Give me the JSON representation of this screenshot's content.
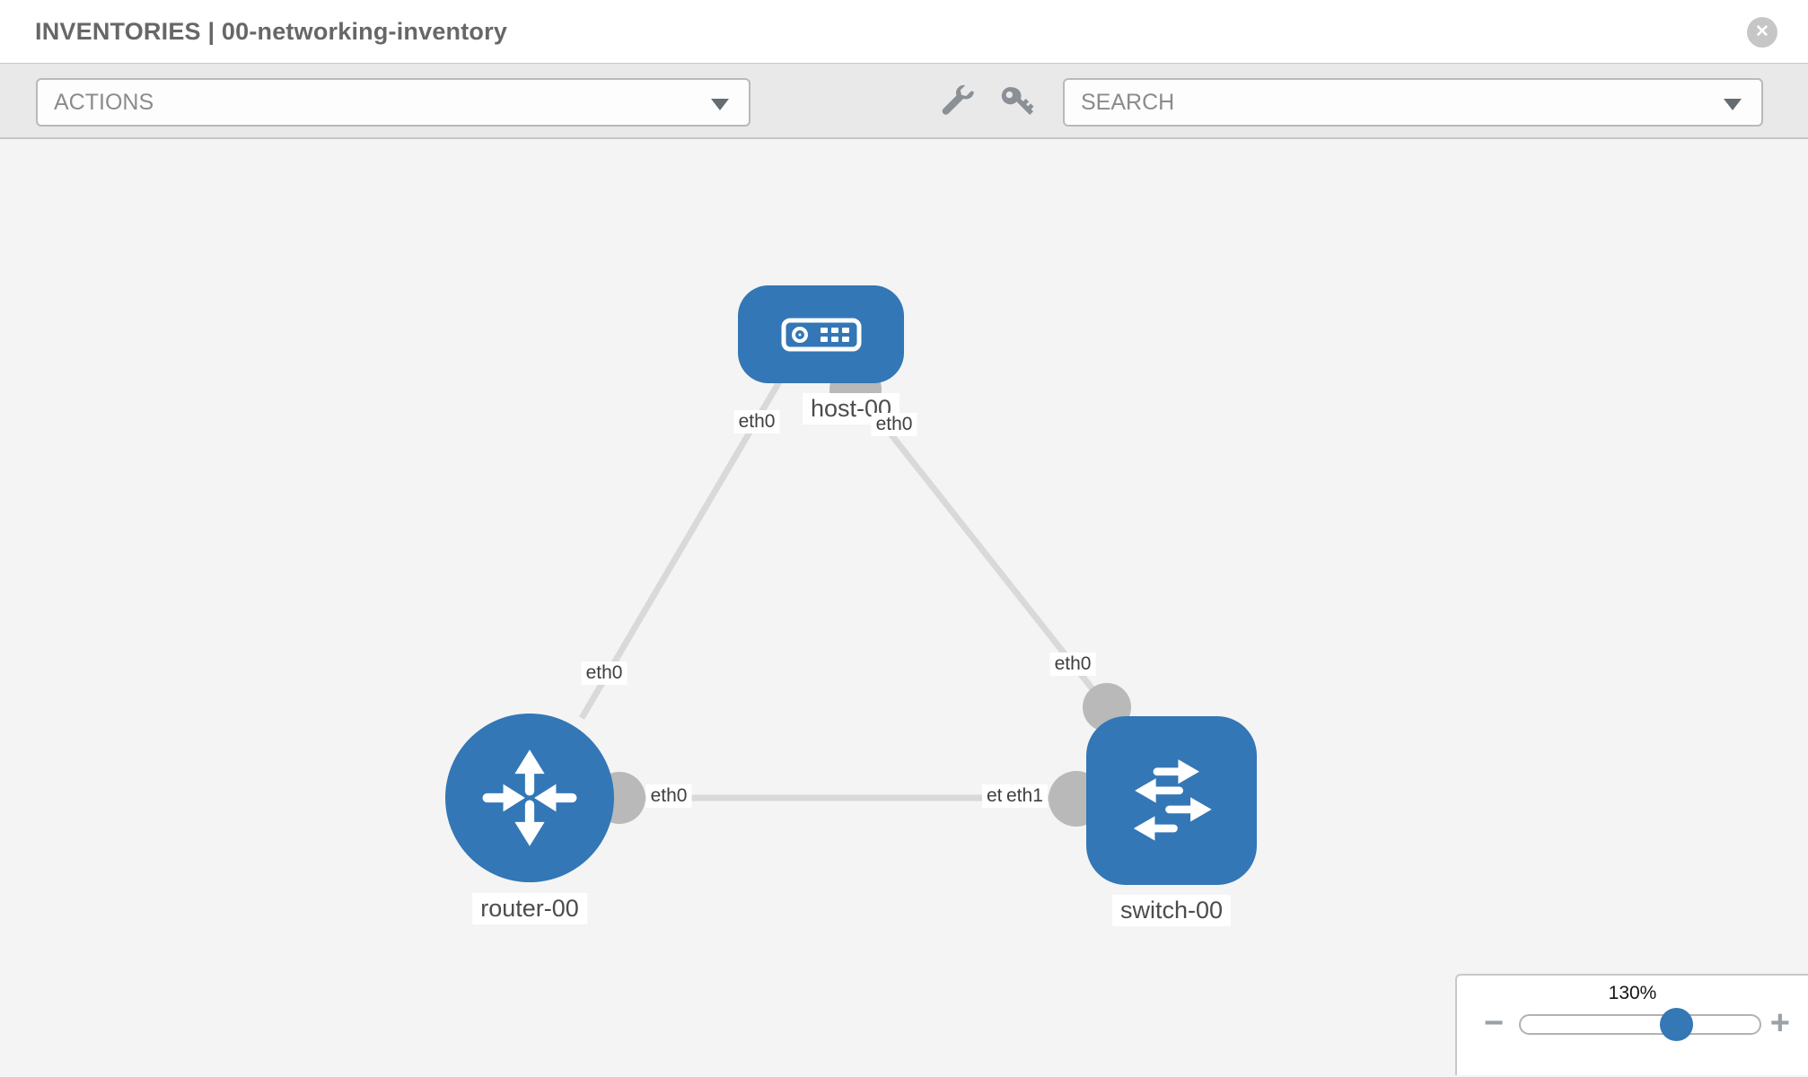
{
  "header": {
    "title": "INVENTORIES | 00-networking-inventory",
    "close_glyph": "✕"
  },
  "toolbar": {
    "actions_label": "ACTIONS",
    "search_label": "SEARCH",
    "icons": [
      "wrench-icon",
      "key-icon"
    ]
  },
  "colors": {
    "node_blue": "#3377b6",
    "link_gray": "#d9d9d9",
    "connector_gray": "#b9b9b9",
    "toolbar_gray": "#e9e9e9",
    "canvas_gray": "#f4f4f4"
  },
  "topology": {
    "nodes": [
      {
        "id": "host-00",
        "type": "host",
        "label": "host-00"
      },
      {
        "id": "router-00",
        "type": "router",
        "label": "router-00"
      },
      {
        "id": "switch-00",
        "type": "switch",
        "label": "switch-00"
      }
    ],
    "links": [
      {
        "from": "host-00",
        "to": "router-00",
        "from_if": "eth0",
        "to_if": "eth0"
      },
      {
        "from": "host-00",
        "to": "switch-00",
        "from_if": "eth0",
        "to_if": "eth0"
      },
      {
        "from": "router-00",
        "to": "switch-00",
        "from_if": "eth0",
        "to_if": "eth1"
      }
    ],
    "iface_labels": {
      "host_left": "eth0",
      "host_right": "eth0",
      "router_top": "eth0",
      "switch_top": "eth0",
      "mid_left": "eth0",
      "mid_right_under": "eth0",
      "mid_right_over": "eth1"
    }
  },
  "zoom_control": {
    "value": "130%",
    "minus_glyph": "−",
    "plus_glyph": "+"
  }
}
